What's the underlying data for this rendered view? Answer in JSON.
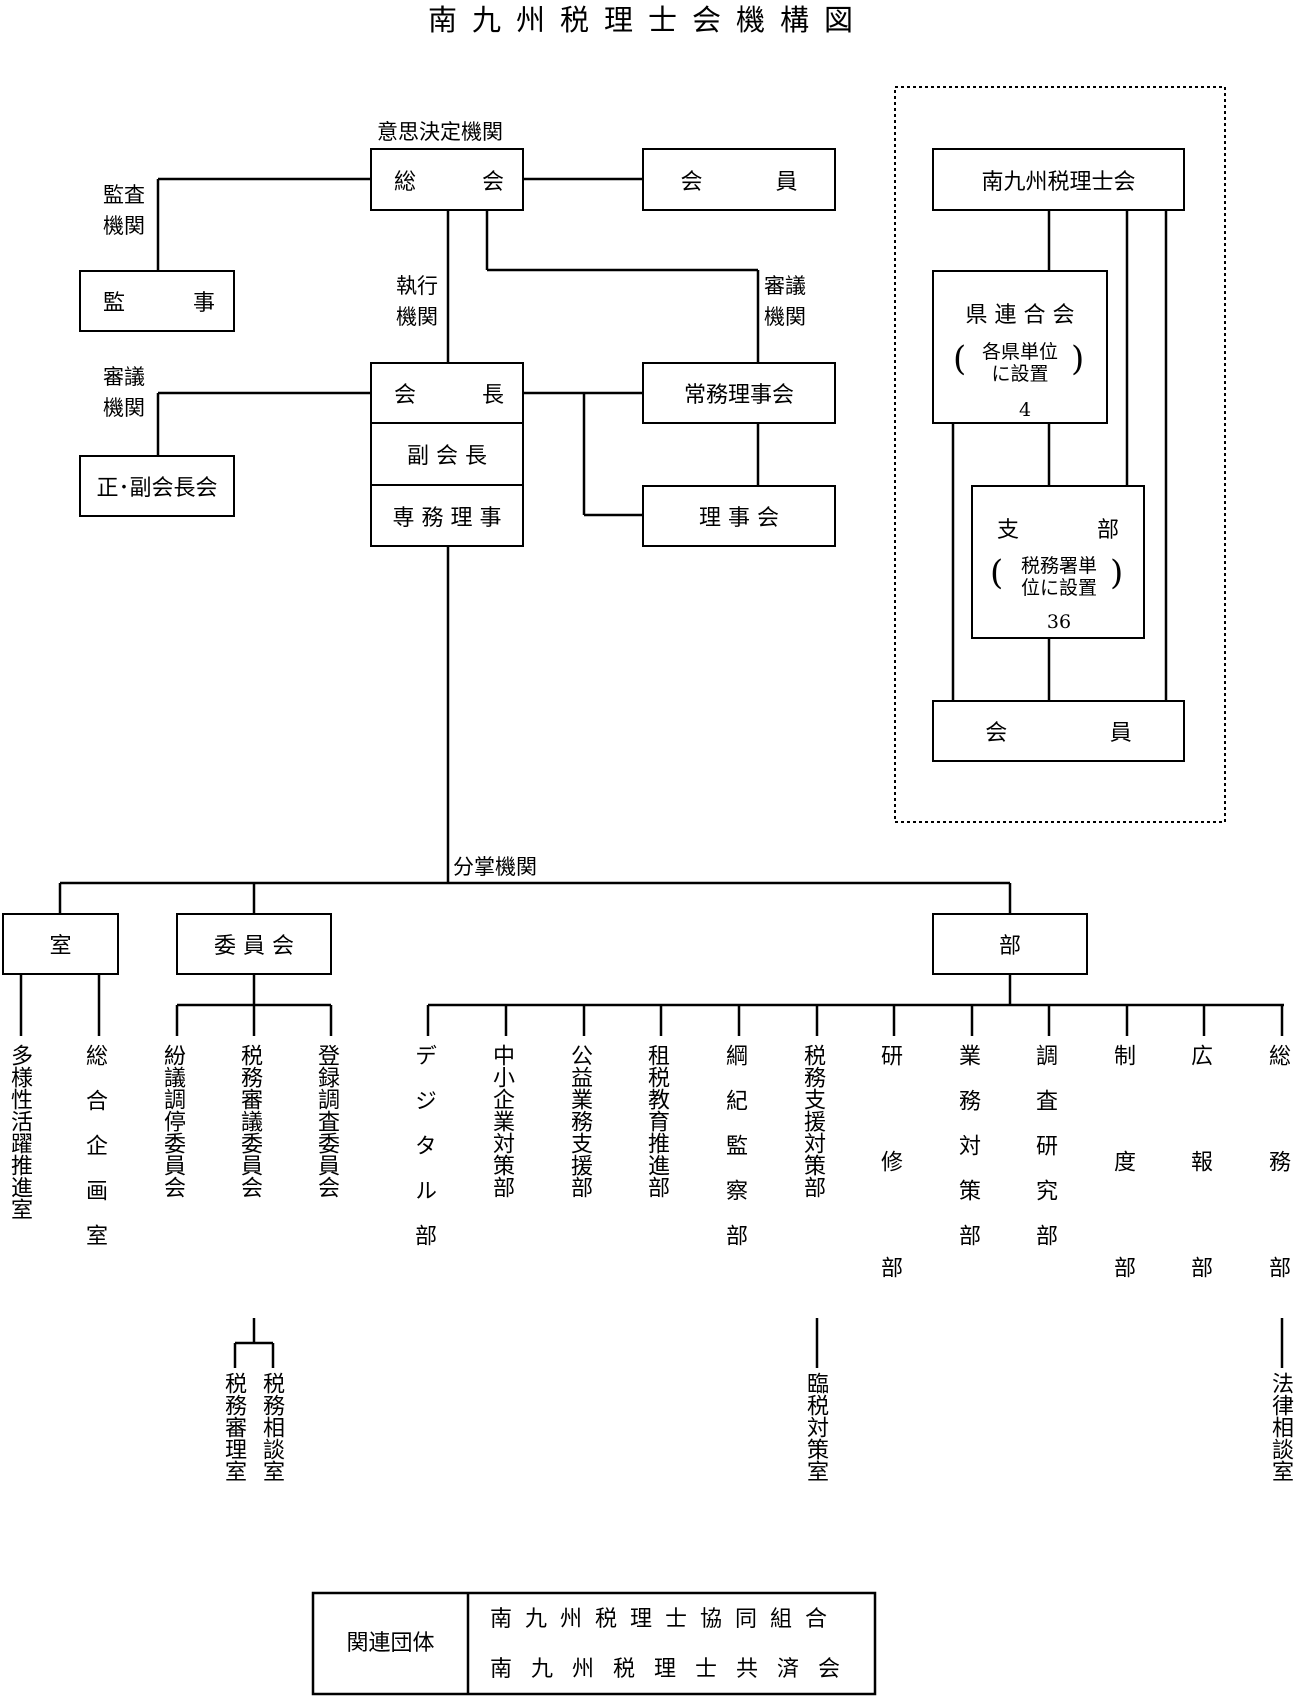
{
  "title": "南九州税理士会機構図",
  "labels": {
    "decision": "意思決定機関",
    "audit": [
      "監査",
      "機関"
    ],
    "exec": [
      "執行",
      "機関"
    ],
    "deliberation_top": [
      "審議",
      "機関"
    ],
    "deliberation_left": [
      "審議",
      "機関"
    ],
    "division": "分掌機関"
  },
  "boxes": {
    "soukai": [
      "総",
      "会"
    ],
    "kaiin": [
      "会",
      "員"
    ],
    "kanji": [
      "監",
      "事"
    ],
    "kaichou": [
      "会",
      "長"
    ],
    "fukukaichou": "副 会 長",
    "senmu": "専 務 理 事",
    "joumu": "常務理事会",
    "rijikai": "理 事 会",
    "seifuku": "正･副会長会",
    "shitsu": "室",
    "iinkai": "委 員 会",
    "bu": "部"
  },
  "right_panel": {
    "top": "南九州税理士会",
    "ken_title": "県 連 合 会",
    "ken_sub": [
      "各県単位",
      "に設置"
    ],
    "ken_count": "4",
    "shibu_title": [
      "支",
      "部"
    ],
    "shibu_sub": [
      "税務署単",
      "位に設置"
    ],
    "shibu_count": "36",
    "member": [
      "会",
      "員"
    ]
  },
  "rooms": [
    "多様性活躍推進室",
    "総合企画室"
  ],
  "committees": [
    "紛議調停委員会",
    "税務審議委員会",
    "登録調査委員会"
  ],
  "committee_sub": [
    "税務審理室",
    "税務相談室"
  ],
  "departments": [
    "デジタル部",
    "中小企業対策部",
    "公益業務支援部",
    "租税教育推進部",
    "綱紀監察部",
    "税務支援対策部",
    "研修部",
    "業務対策部",
    "調査研究部",
    "制度部",
    "広報部",
    "総務部"
  ],
  "dept_sub": {
    "tax_support": "臨税対策室",
    "general": "法律相談室"
  },
  "related": {
    "label": "関連団体",
    "items": [
      "南九州税理士協同組合",
      "南九州税理士共済会"
    ]
  }
}
